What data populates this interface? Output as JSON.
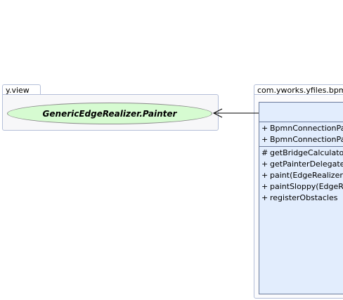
{
  "packages": [
    {
      "name": "y.view"
    },
    {
      "name": "com.yworks.yfiles.bpmn"
    }
  ],
  "interface": {
    "name": "GenericEdgeRealizer.Painter"
  },
  "class": {
    "name": "",
    "fields": [
      {
        "visibility": "+",
        "text": "BpmnConnectionPainter"
      },
      {
        "visibility": "+",
        "text": "BpmnConnectionPainter"
      }
    ],
    "methods": [
      {
        "visibility": "#",
        "text": "getBridgeCalculator"
      },
      {
        "visibility": "+",
        "text": "getPainterDelegate"
      },
      {
        "visibility": "+",
        "text": "paint(EdgeRealizer"
      },
      {
        "visibility": "+",
        "text": "paintSloppy(EdgeRealizer"
      },
      {
        "visibility": "+",
        "text": "registerObstacles"
      }
    ]
  },
  "colors": {
    "interface_fill": "#d6fbd1",
    "class_fill": "#e2edfd",
    "package_border": "#b4bfd9",
    "line": "#000000"
  }
}
